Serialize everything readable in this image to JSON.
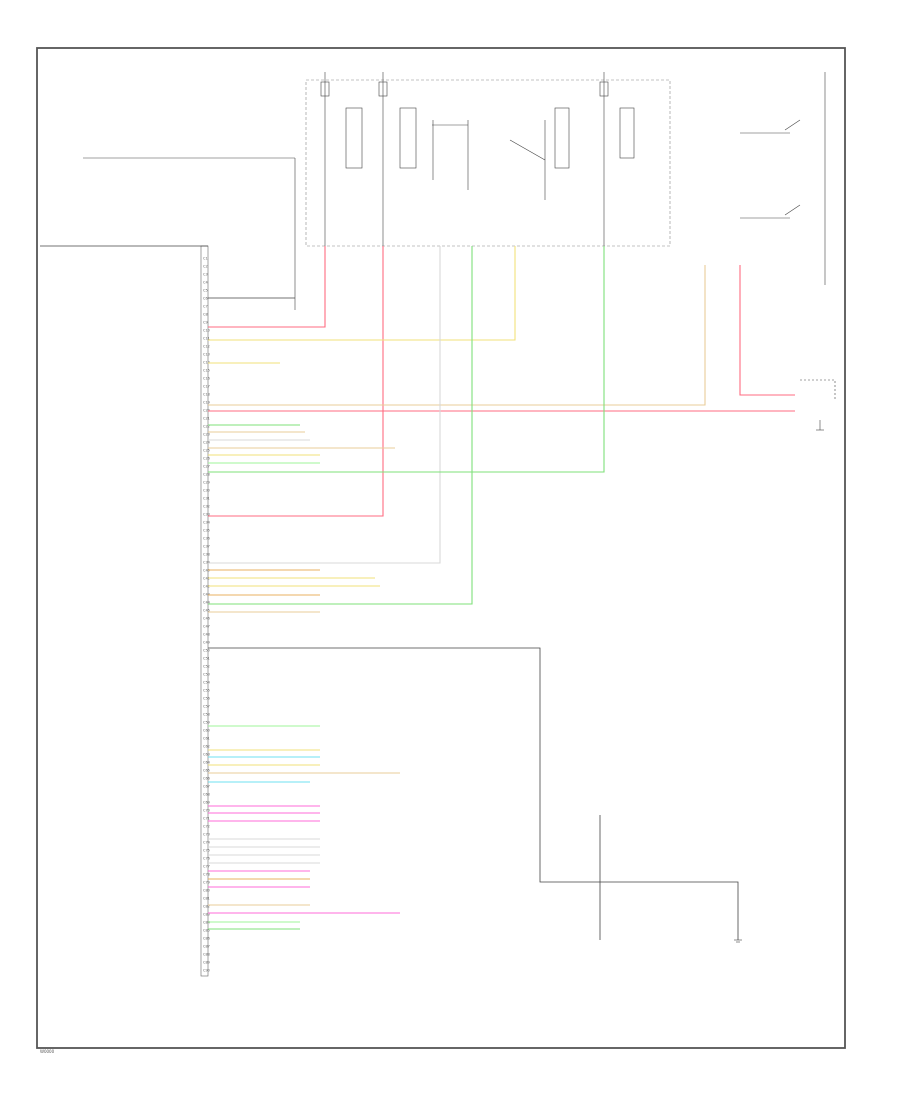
{
  "footer_code": "W0000",
  "colors": {
    "red": "#ff6b80",
    "yellow": "#f2e27a",
    "tan": "#e9cc99",
    "white": "#d8d8d8",
    "green": "#7fe07a",
    "pink": "#ff6bd8",
    "lightgreen": "#9ff59a",
    "cyan": "#6fe0f0",
    "orange": "#e8b060"
  },
  "connector_pins": [
    "C1",
    "C2",
    "C3",
    "C4",
    "C5",
    "C6",
    "C7",
    "C8",
    "C9",
    "C10",
    "C11",
    "C12",
    "C13",
    "C14",
    "C15",
    "C16",
    "C17",
    "C18",
    "C19",
    "C20",
    "C21",
    "C22",
    "C23",
    "C24",
    "C25",
    "C26",
    "C27",
    "C28",
    "C29",
    "C30",
    "C31",
    "C32",
    "C33",
    "C34",
    "C35",
    "C36",
    "C37",
    "C38",
    "C39",
    "C40",
    "C41",
    "C42",
    "C43",
    "C44",
    "C45",
    "C46",
    "C47",
    "C48",
    "C49",
    "C50",
    "C51",
    "C52",
    "C53",
    "C54",
    "C55",
    "C56",
    "C57",
    "C58",
    "C59",
    "C60",
    "C61",
    "C62",
    "C63",
    "C64",
    "C65",
    "C66",
    "C67",
    "C68",
    "C69",
    "C70",
    "C71",
    "C72",
    "C73",
    "C74",
    "C75",
    "C76",
    "C77",
    "C78",
    "C79",
    "C80",
    "C81",
    "C82",
    "C83",
    "C84",
    "C85",
    "C86",
    "C87",
    "C88",
    "C89",
    "C90"
  ]
}
